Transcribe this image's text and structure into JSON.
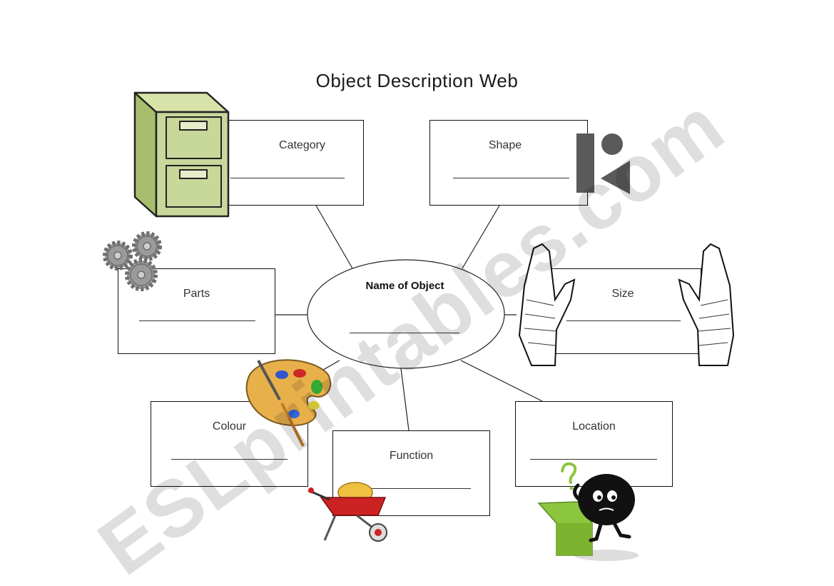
{
  "title": "Object Description Web",
  "center": {
    "label": "Name of Object"
  },
  "boxes": {
    "category": "Category",
    "shape": "Shape",
    "parts": "Parts",
    "size": "Size",
    "colour": "Colour",
    "function": "Function",
    "location": "Location"
  },
  "watermark": "ESLprintables.com",
  "colors": {
    "cabinet": "#c8d79a",
    "shape_gray": "#5a5a5a",
    "gears": "#9a9a9a",
    "wheelbarrow": "#cc2222",
    "box_green": "#8cc63f"
  },
  "icons": [
    "file-cabinet-icon",
    "shapes-icon",
    "gears-icon",
    "hands-icon",
    "palette-icon",
    "wheelbarrow-icon",
    "question-creature-icon"
  ]
}
